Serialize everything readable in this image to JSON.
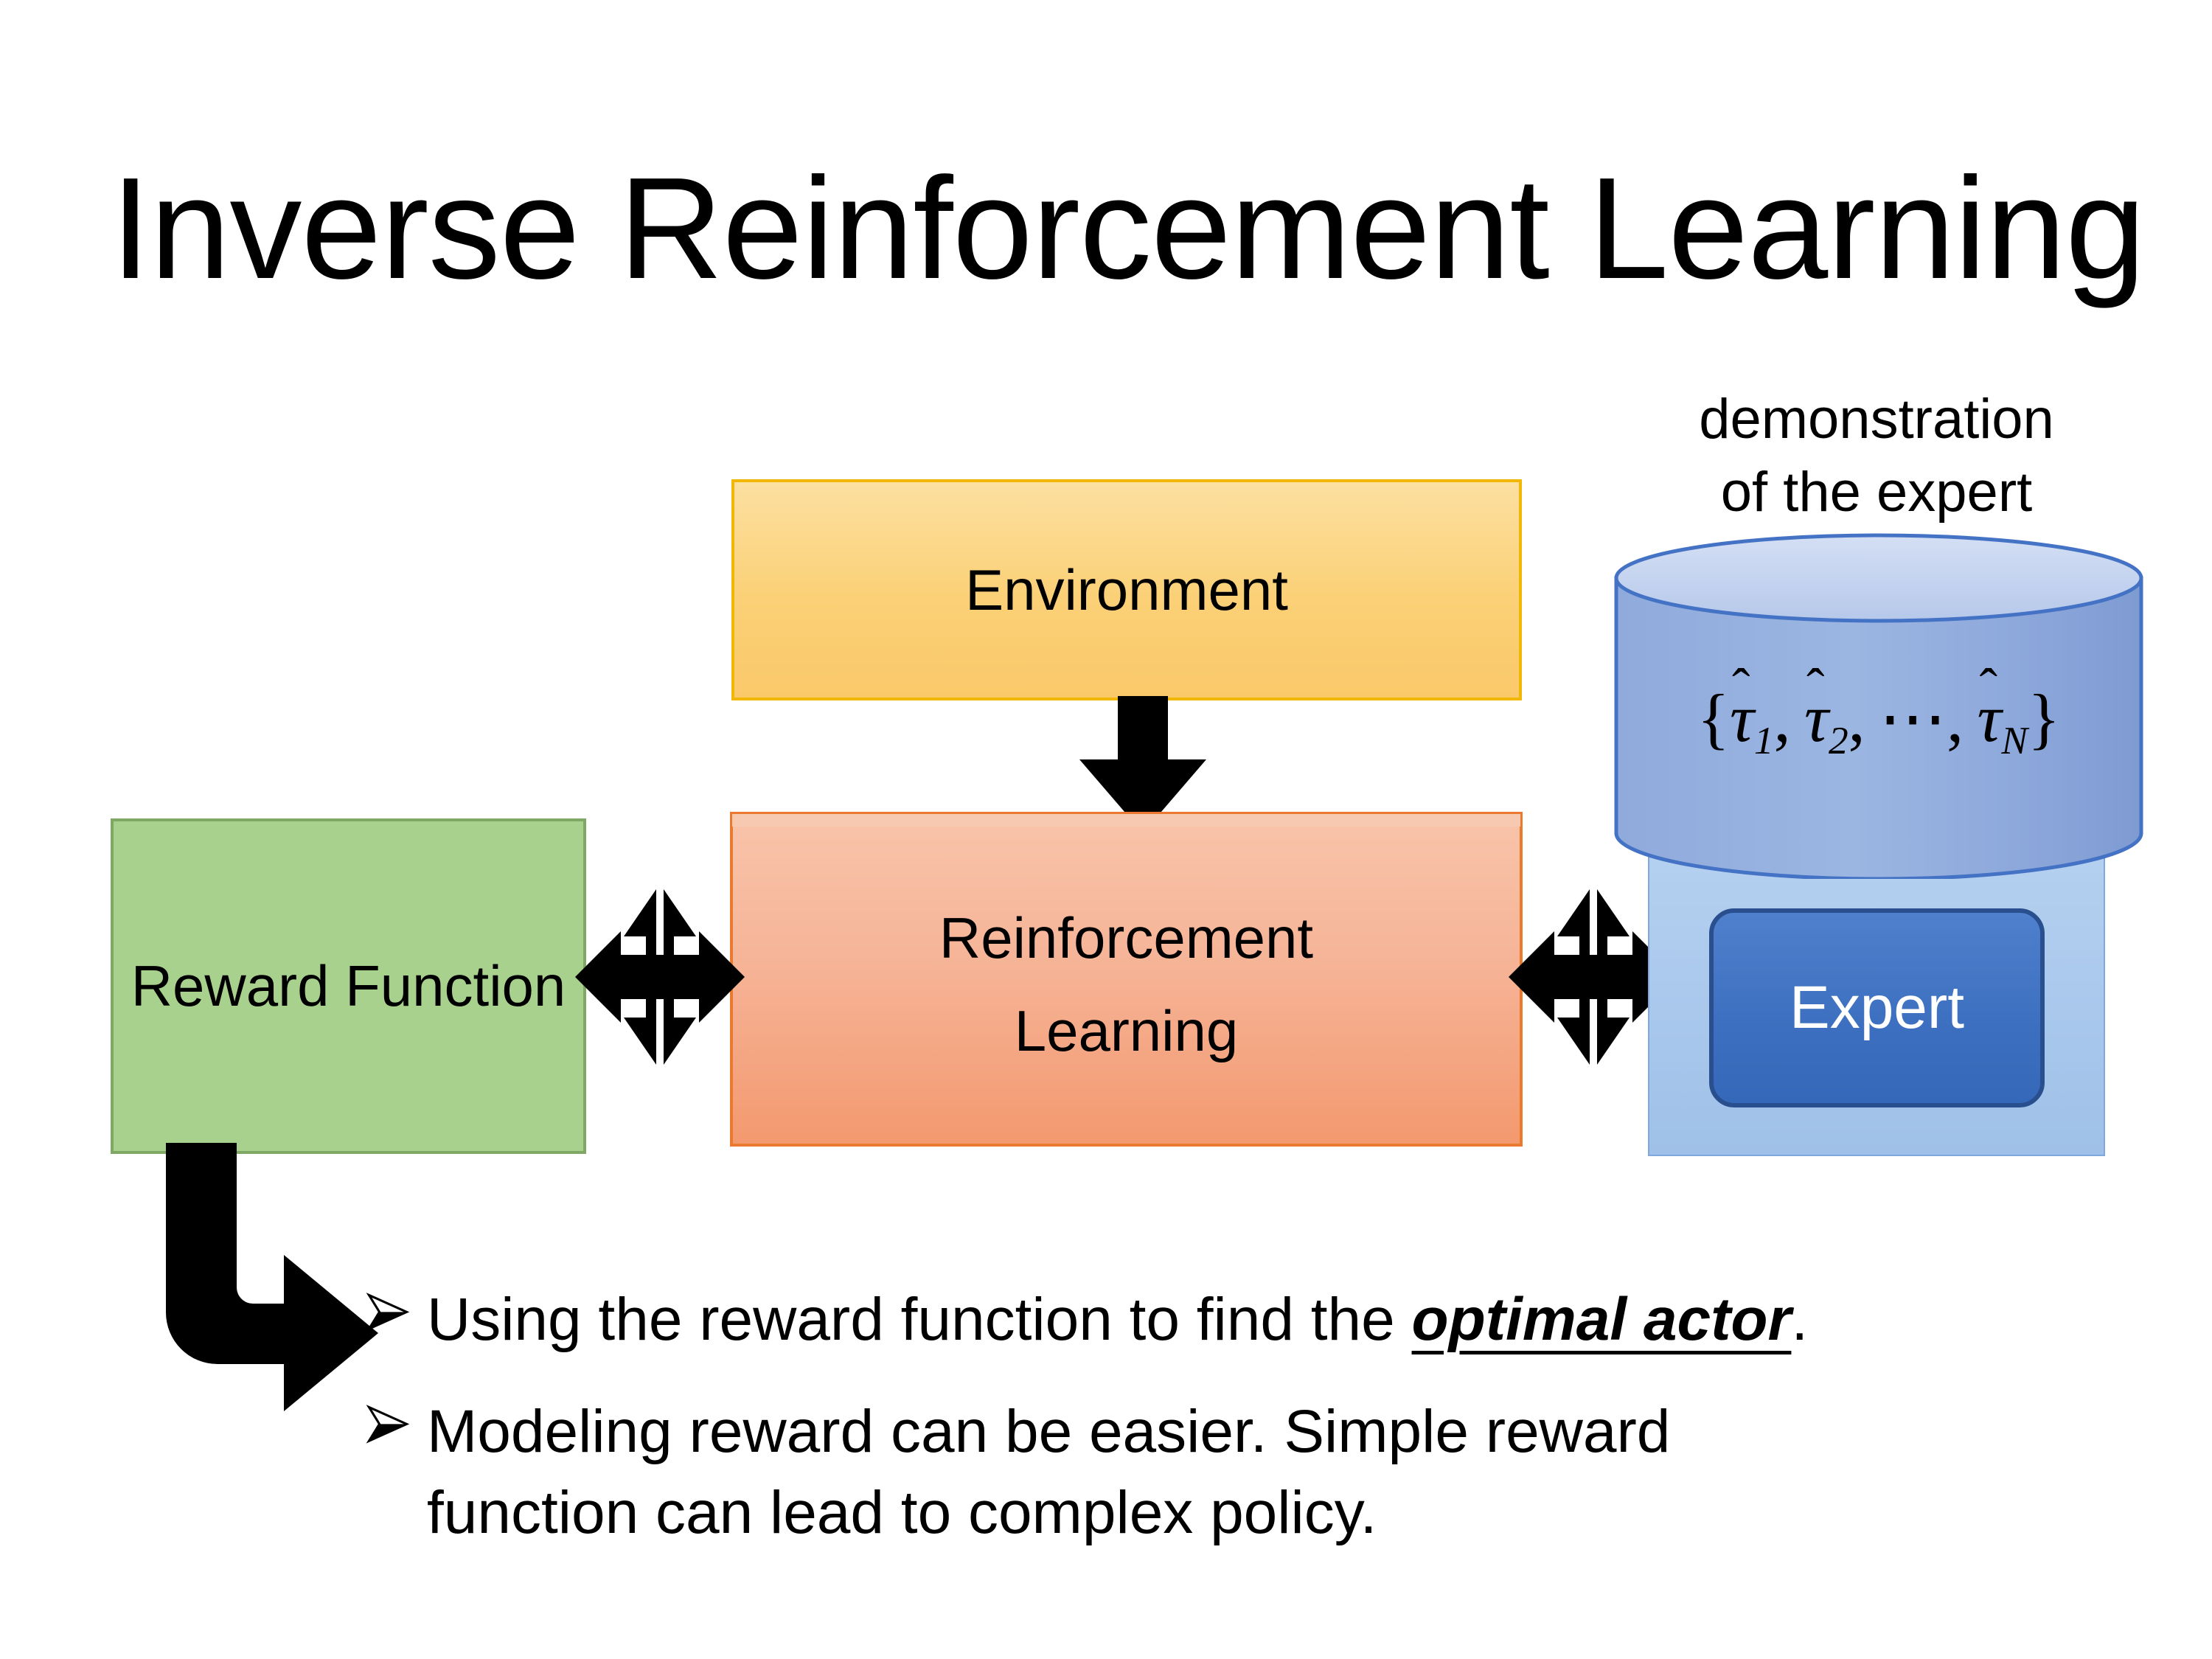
{
  "slide": {
    "title": "Inverse Reinforcement Learning",
    "background_color": "#FFFFFF"
  },
  "diagram": {
    "nodes": [
      {
        "id": "environment",
        "label": "Environment",
        "fill_color": "#FBD076",
        "border_color": "#F2B705",
        "text_color": "#000000"
      },
      {
        "id": "reinforcement-learning",
        "label_line1": "Reinforcement",
        "label_line2": "Learning",
        "fill_color": "#F6B396",
        "border_color": "#E97A2E",
        "text_color": "#000000"
      },
      {
        "id": "reward-function",
        "label_line1": "Reward",
        "label_line2": "Function",
        "fill_color": "#A9D18E",
        "border_color": "#7FA864",
        "text_color": "#000000"
      },
      {
        "id": "expert",
        "label": "Expert",
        "fill_color": "#3D6FC0",
        "border_color": "#2A4F8E",
        "text_color": "#FFFFFF"
      }
    ],
    "expert_panel": {
      "fill_color": "#A8C7EC",
      "border_color": "#7FA9DC"
    },
    "database": {
      "caption_line1": "demonstration",
      "caption_line2": "of the expert",
      "fill_color": "#8FAADC",
      "top_fill_color": "#C3D3EF",
      "border_color": "#4472C4",
      "trajectories": {
        "open_brace": "{",
        "symbol": "τ",
        "hat": "ˆ",
        "items": [
          "1",
          "2",
          "N"
        ],
        "ellipsis": "⋯",
        "comma": ",",
        "close_brace": "}",
        "full_text": "{τ̂1, τ̂2, ⋯, τ̂N}"
      }
    },
    "connectors": [
      {
        "id": "environment-to-rl",
        "kind": "down-arrow",
        "from": "environment",
        "to": "reinforcement-learning",
        "color": "#000000"
      },
      {
        "id": "reward-to-rl",
        "kind": "four-way-arrow",
        "from": "reward-function",
        "to": "reinforcement-learning",
        "color": "#000000"
      },
      {
        "id": "rl-to-expert",
        "kind": "four-way-arrow",
        "from": "reinforcement-learning",
        "to": "expert",
        "color": "#000000"
      },
      {
        "id": "reward-to-bullet",
        "kind": "bent-arrow-down-right",
        "from": "reward-function",
        "to": "bullet-1",
        "color": "#000000"
      }
    ]
  },
  "bullets": [
    {
      "marker": "➢",
      "text_before": "Using the reward function to find the ",
      "emphasis": "optimal actor",
      "text_after": "."
    },
    {
      "marker": "➢",
      "line1": "Modeling reward can be easier. Simple reward",
      "line2": "function can lead to complex policy."
    }
  ]
}
